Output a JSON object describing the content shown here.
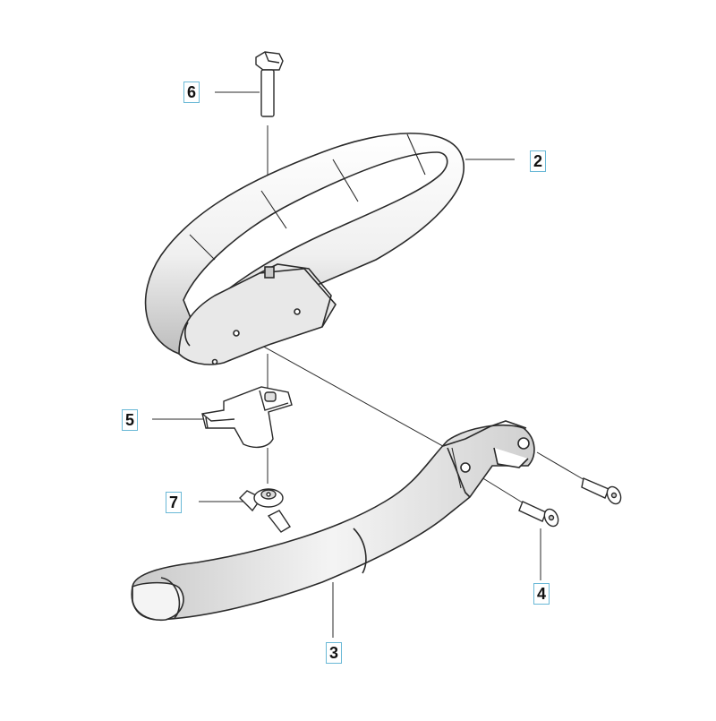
{
  "diagram": {
    "callouts": [
      {
        "id": "6",
        "label": "6"
      },
      {
        "id": "2",
        "label": "2"
      },
      {
        "id": "5",
        "label": "5"
      },
      {
        "id": "7",
        "label": "7"
      },
      {
        "id": "4",
        "label": "4"
      },
      {
        "id": "3",
        "label": "3"
      }
    ],
    "colors": {
      "outline": "#2a2a2a",
      "part_fill": "#ffffff",
      "shade": "#d6d6d6",
      "callout_border": "#69b8d6"
    }
  }
}
